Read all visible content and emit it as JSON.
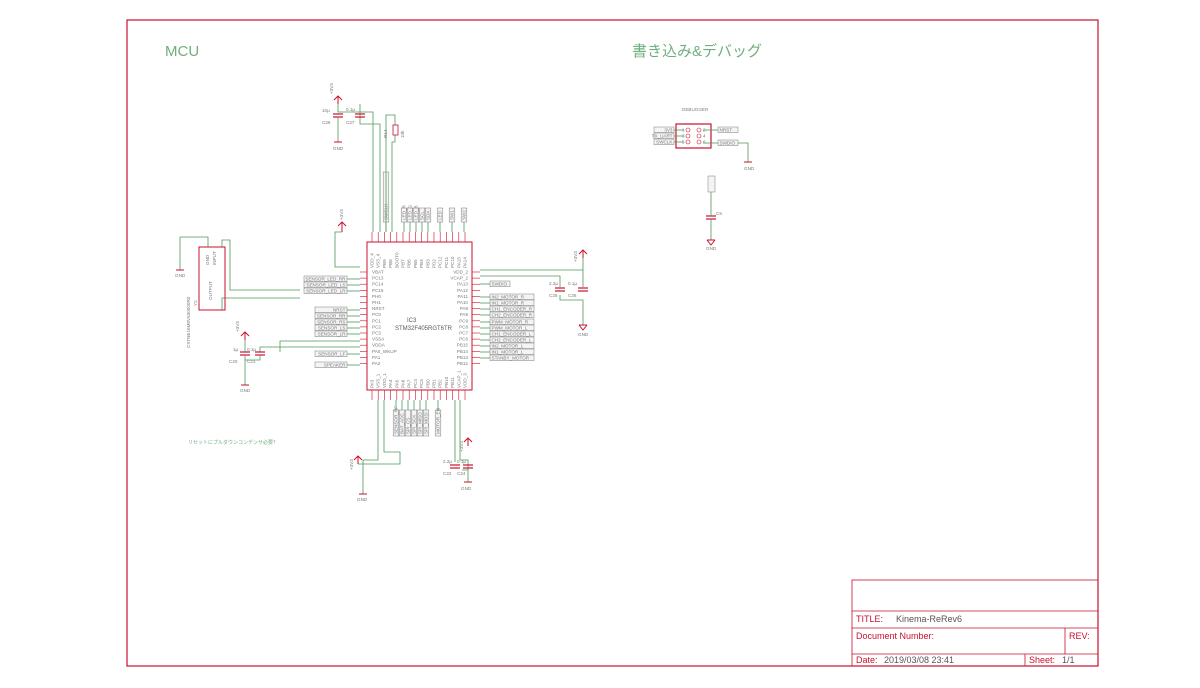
{
  "sections": {
    "mcu": "MCU",
    "debug": "書き込み&デバッグ"
  },
  "ic3": {
    "name": "IC3",
    "part": "STM32F405RGT6TR",
    "left_pins": [
      "VBAT",
      "PC13",
      "PC14",
      "PC15",
      "PH0",
      "PH1",
      "NRST",
      "PC0",
      "PC1",
      "PC2",
      "PC3",
      "VSSA",
      "VDDA",
      "PA0_WKUP",
      "PA1",
      "PA2"
    ],
    "right_pins": [
      "VDD_2",
      "VCAP_2",
      "PA13",
      "PA12",
      "PA11",
      "PA10",
      "PA9",
      "PA8",
      "PC9",
      "PC8",
      "PC7",
      "PC6",
      "PB15",
      "PB14",
      "PB13",
      "PB12"
    ],
    "top_pins": [
      "VDD_4",
      "VSS_4",
      "PB9",
      "PB8",
      "BOOT0",
      "PB7",
      "PB6",
      "PB5",
      "PB4",
      "PB3",
      "PD2",
      "PC12",
      "PC11",
      "PC10",
      "PA15",
      "PA14"
    ],
    "bottom_pins": [
      "PA3",
      "VSS_1",
      "VDD_1",
      "PA4",
      "PA5",
      "PA6",
      "PA7",
      "PC4",
      "PC5",
      "PB0",
      "PB1",
      "PB2",
      "PB10",
      "PB11",
      "VCAP_1",
      "VDD_3"
    ]
  },
  "left_nets": [
    "SENSOR_LED_RR",
    "SENSOR_LED_LS",
    "SENSOR_LED_LR",
    "NRST",
    "SENSOR_RR",
    "SENSOR_RS",
    "SENSOR_LS",
    "SENSOR_LR",
    "SENSOR_LF",
    "SPEAKER"
  ],
  "right_nets": [
    "SWDIO",
    "IN2_MOTOR_R",
    "IN1_MOTOR_R",
    "CH1_ENCODER_R",
    "CH2_ENCODER_R",
    "PWM_MOTOR_R",
    "PWM_MOTOR_L",
    "CH1_ENCODER_L",
    "CH2_ENCODER_L",
    "IN2_MOTOR_L",
    "IN1_MOTOR_L",
    "STANBY_MOTOR"
  ],
  "top_nets": [
    "SWCLK",
    "LED_R",
    "LED_G",
    "LED_B",
    "SCL",
    "SDA",
    "LED",
    "SW1",
    "SW2"
  ],
  "bottom_nets": [
    "SENSOR_RF",
    "BAT_ADC",
    "SPI_CS",
    "SPI_SCK",
    "SPI_MISO",
    "SPI_MOSI",
    "MOTOR_EN"
  ],
  "crystal": {
    "name": "Y2",
    "part": "CSTNE16M0V530000R0",
    "pins": [
      "GND",
      "INPUT",
      "OUTPUT"
    ]
  },
  "caps": {
    "c29": {
      "ref": "C29",
      "val": "10µ"
    },
    "c27": {
      "ref": "C27",
      "val": "0.1µ"
    },
    "c20": {
      "ref": "C20",
      "val": "1µ"
    },
    "c21": {
      "ref": "C21",
      "val": "0.1µ"
    },
    "c25": {
      "ref": "C25",
      "val": "2.2µ"
    },
    "c26": {
      "ref": "C26",
      "val": "0.1µ"
    },
    "c22": {
      "ref": "C22",
      "val": "2.2µ"
    },
    "c24": {
      "ref": "C24",
      "val": "0.1µ"
    },
    "c5": {
      "ref": "C5",
      "val": ""
    }
  },
  "resistor": {
    "ref": "R14",
    "val": "10k"
  },
  "power": {
    "v33": "+3V3",
    "gnd": "GND"
  },
  "debugger": {
    "title": "DEBUGGER",
    "left_nets": [
      "3V3",
      "TX_UART",
      "SWCLK"
    ],
    "right_nets": [
      "NRST",
      "SWDIO"
    ],
    "pin_numbers": [
      "1",
      "2",
      "3",
      "4",
      "5",
      "6"
    ]
  },
  "note": "リセットにプルダウンコンデンサ必要？",
  "title_block": {
    "title_label": "TITLE:",
    "title_value": "Kinema-ReRev6",
    "docnum_label": "Document Number:",
    "rev_label": "REV:",
    "date_label": "Date:",
    "date_value": "2019/03/08 23:41",
    "sheet_label": "Sheet:",
    "sheet_value": "1/1"
  }
}
